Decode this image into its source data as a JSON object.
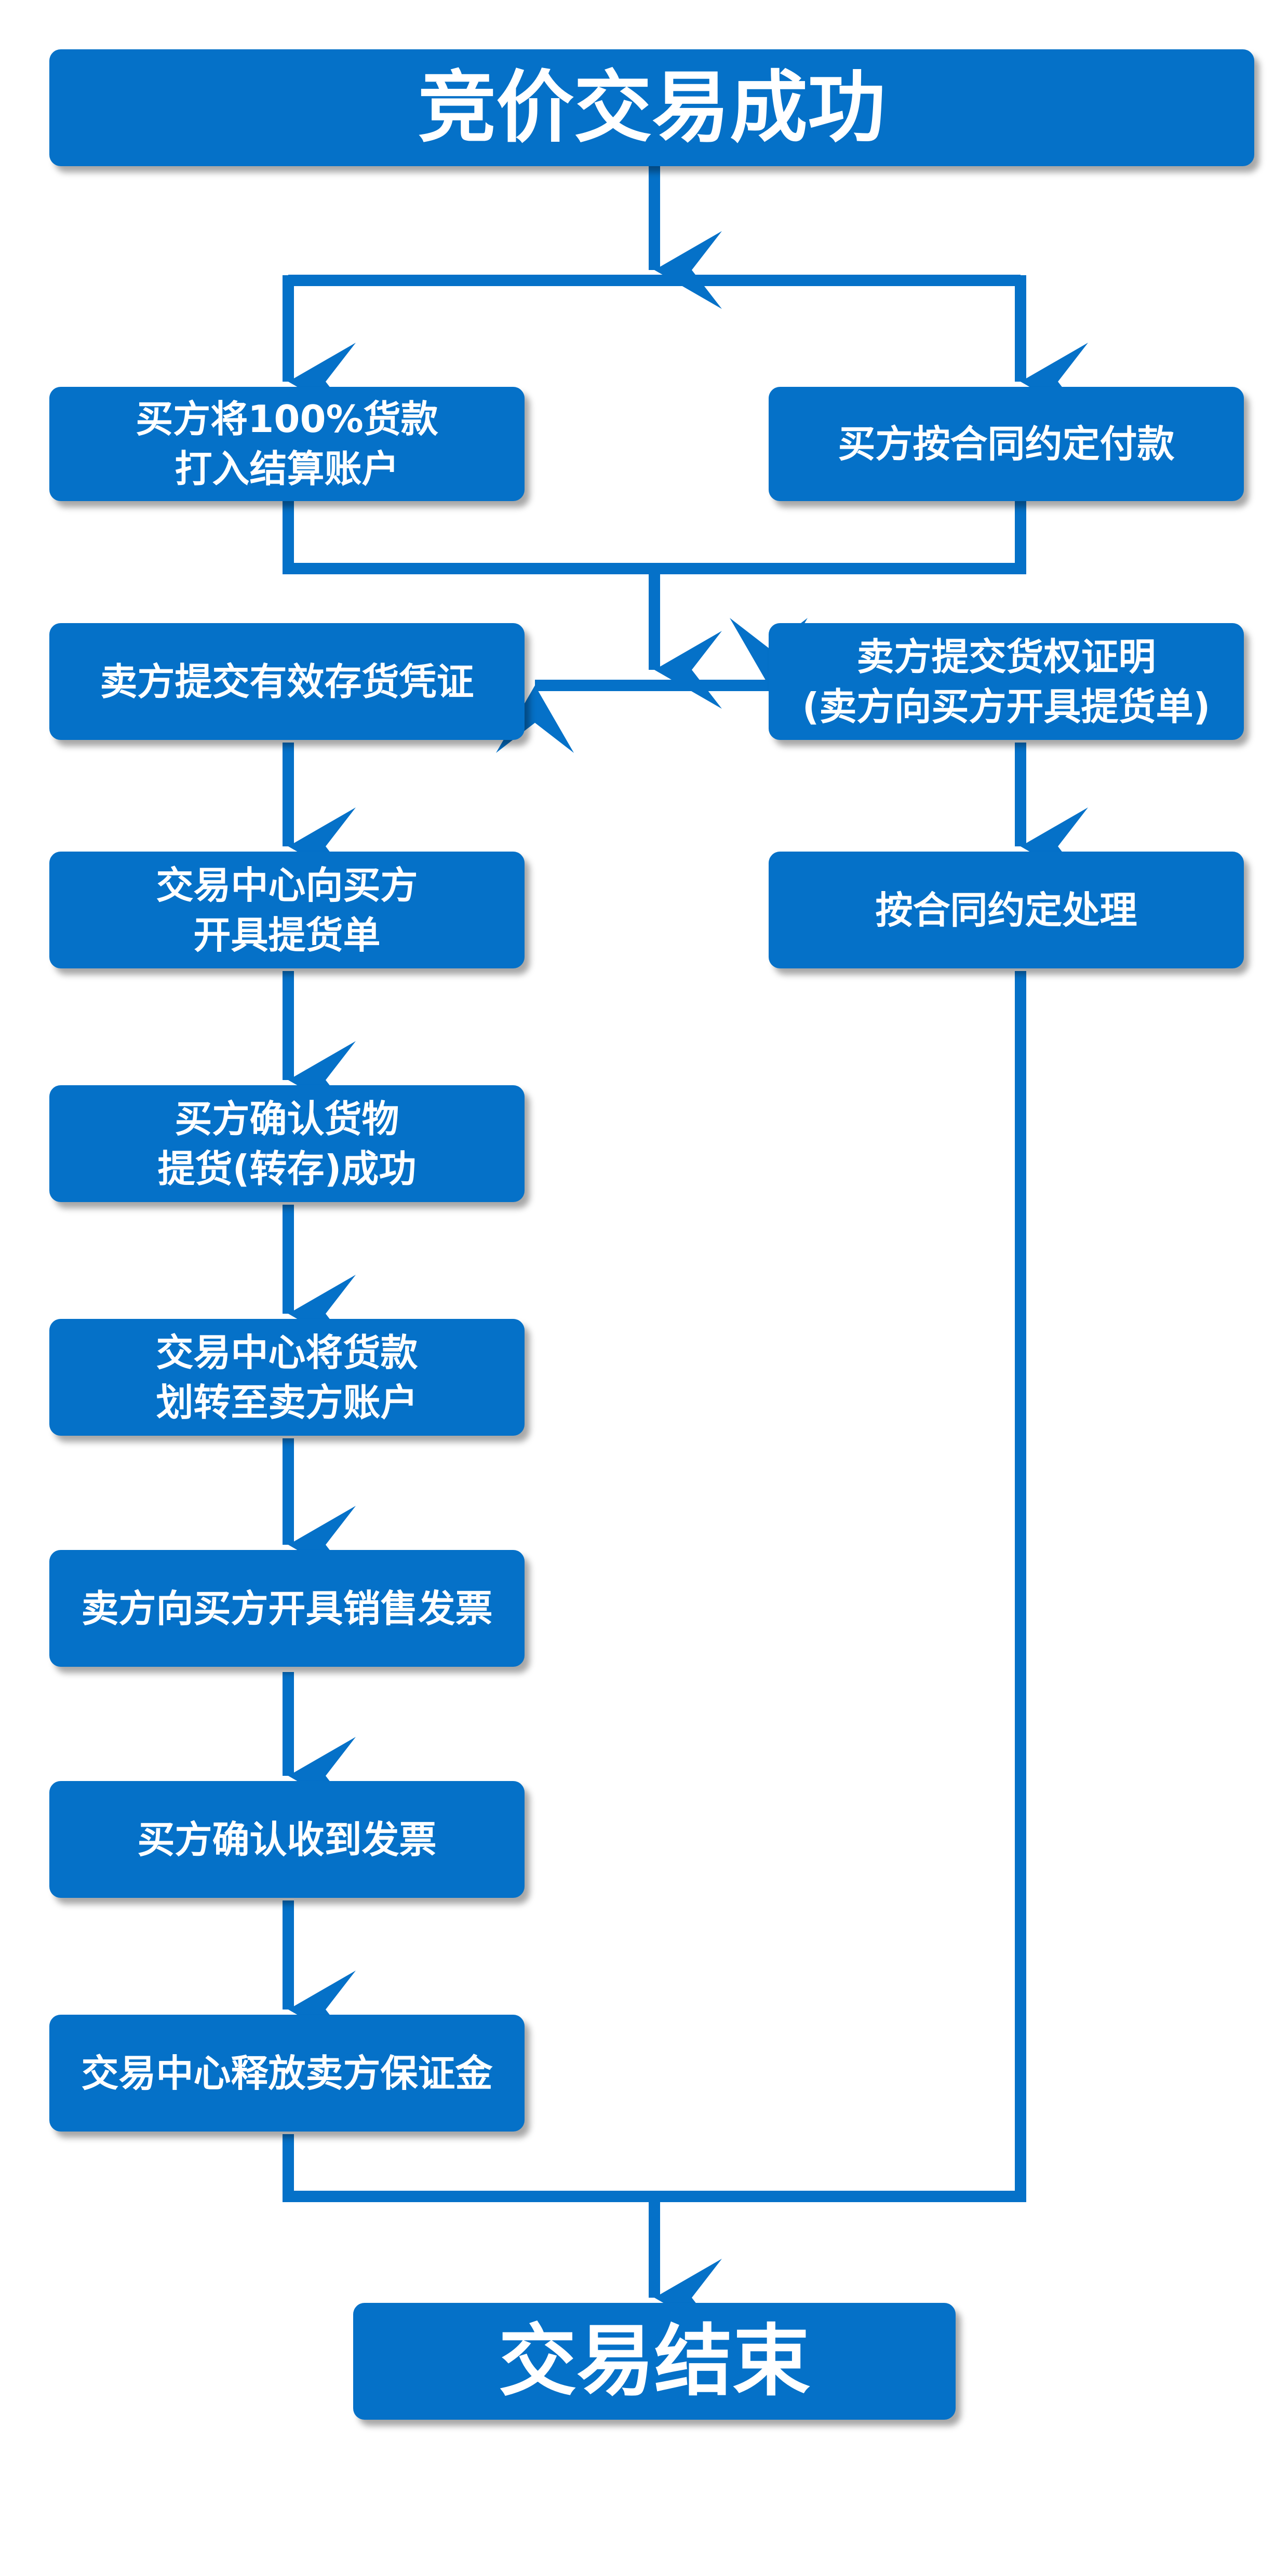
{
  "diagram": {
    "line_color": "#0571c8",
    "box_color": "#0571c8",
    "text_color": "#ffffff",
    "start": {
      "text": "竞价交易成功"
    },
    "end": {
      "text": "交易结束"
    },
    "left_column": [
      {
        "lines": [
          "买方将100%货款",
          "打入结算账户"
        ]
      },
      {
        "lines": [
          "卖方提交有效存货凭证"
        ]
      },
      {
        "lines": [
          "交易中心向买方",
          "开具提货单"
        ]
      },
      {
        "lines": [
          "买方确认货物",
          "提货(转存)成功"
        ]
      },
      {
        "lines": [
          "交易中心将货款",
          "划转至卖方账户"
        ]
      },
      {
        "lines": [
          "卖方向买方开具销售发票"
        ]
      },
      {
        "lines": [
          "买方确认收到发票"
        ]
      },
      {
        "lines": [
          "交易中心释放卖方保证金"
        ]
      }
    ],
    "right_column": [
      {
        "lines": [
          "买方按合同约定付款"
        ]
      },
      {
        "lines": [
          "卖方提交货权证明",
          "(卖方向买方开具提货单)"
        ]
      },
      {
        "lines": [
          "按合同约定处理"
        ]
      }
    ]
  }
}
